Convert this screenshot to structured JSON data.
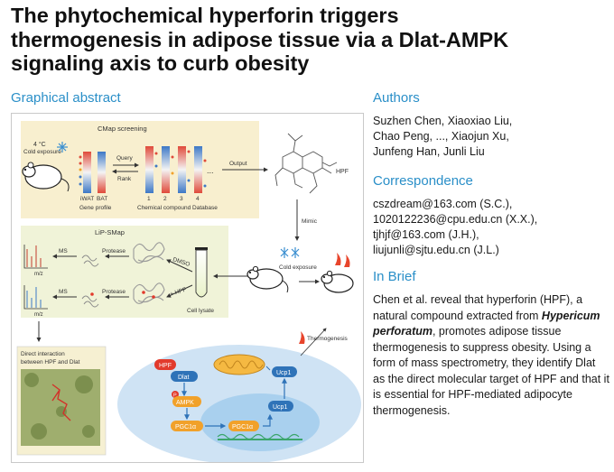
{
  "title_lines": [
    "The phytochemical hyperforin triggers",
    "thermogenesis in adipose tissue via a Dlat-AMPK",
    "signaling axis to curb obesity"
  ],
  "graphical_abstract_label": "Graphical abstract",
  "authors": {
    "heading": "Authors",
    "lines": [
      "Suzhen Chen, Xiaoxiao Liu,",
      "Chao Peng, ..., Xiaojun Xu,",
      "Junfeng Han, Junli Liu"
    ]
  },
  "correspondence": {
    "heading": "Correspondence",
    "lines": [
      "cszdream@163.com (S.C.),",
      "1020122236@cpu.edu.cn (X.X.),",
      "tjhjf@163.com (J.H.),",
      "liujunli@sjtu.edu.cn (J.L.)"
    ]
  },
  "in_brief": {
    "heading": "In Brief",
    "text_before": "Chen et al. reveal that hyperforin (HPF), a natural compound extracted from",
    "species": "Hypericum perforatum",
    "text_after": ", promotes adipose tissue thermogenesis to suppress obesity. Using a form of mass spectrometry, they identify Dlat as the direct molecular target of HPF and that it is essential for HPF-mediated adipocyte thermogenesis."
  },
  "figure": {
    "cold_exposure_temp": "4 °C",
    "cold_exposure": "Cold exposure",
    "cmap_title": "CMap  screening",
    "query": "Query",
    "rank": "Rank",
    "iwat": "iWAT",
    "bat": "BAT",
    "gene_profile": "Gene profile",
    "compound_db": "Chemical compound Database",
    "col_nums": [
      "1",
      "2",
      "3",
      "4"
    ],
    "ellipsis": "...",
    "output": "Output",
    "hpf": "HPF",
    "mimic": "Mimic",
    "lip_smap": "LiP-SMap",
    "ms": "MS",
    "mz": "m/z",
    "protease": "Protease",
    "dmso": "DMSO",
    "plus_hpf": "+ HPF",
    "cell_lysate": "Cell lysate",
    "cold_exposure_2": "Cold exposure",
    "thermogenesis": "Thermogenesis",
    "direct_interaction_1": "Direct interaction",
    "direct_interaction_2": "between HPF and Dlat",
    "dlat": "Dlat",
    "ampk": "AMPK",
    "pgc1a": "PGC1α",
    "pgc1a_2": "PGC1α",
    "ucp1": "Ucp1",
    "ucp1_2": "Ucp1",
    "p": "P",
    "colors": {
      "cmap_bg": "#f8efcf",
      "lip_bg": "#f0f3d8",
      "cell_bg": "#cfe3f4",
      "nucleus_bg": "#a9d0ee",
      "hpf_red": "#e23a2c",
      "dlat_blue": "#2f73b8",
      "pgc_orange": "#f1a12a"
    }
  }
}
